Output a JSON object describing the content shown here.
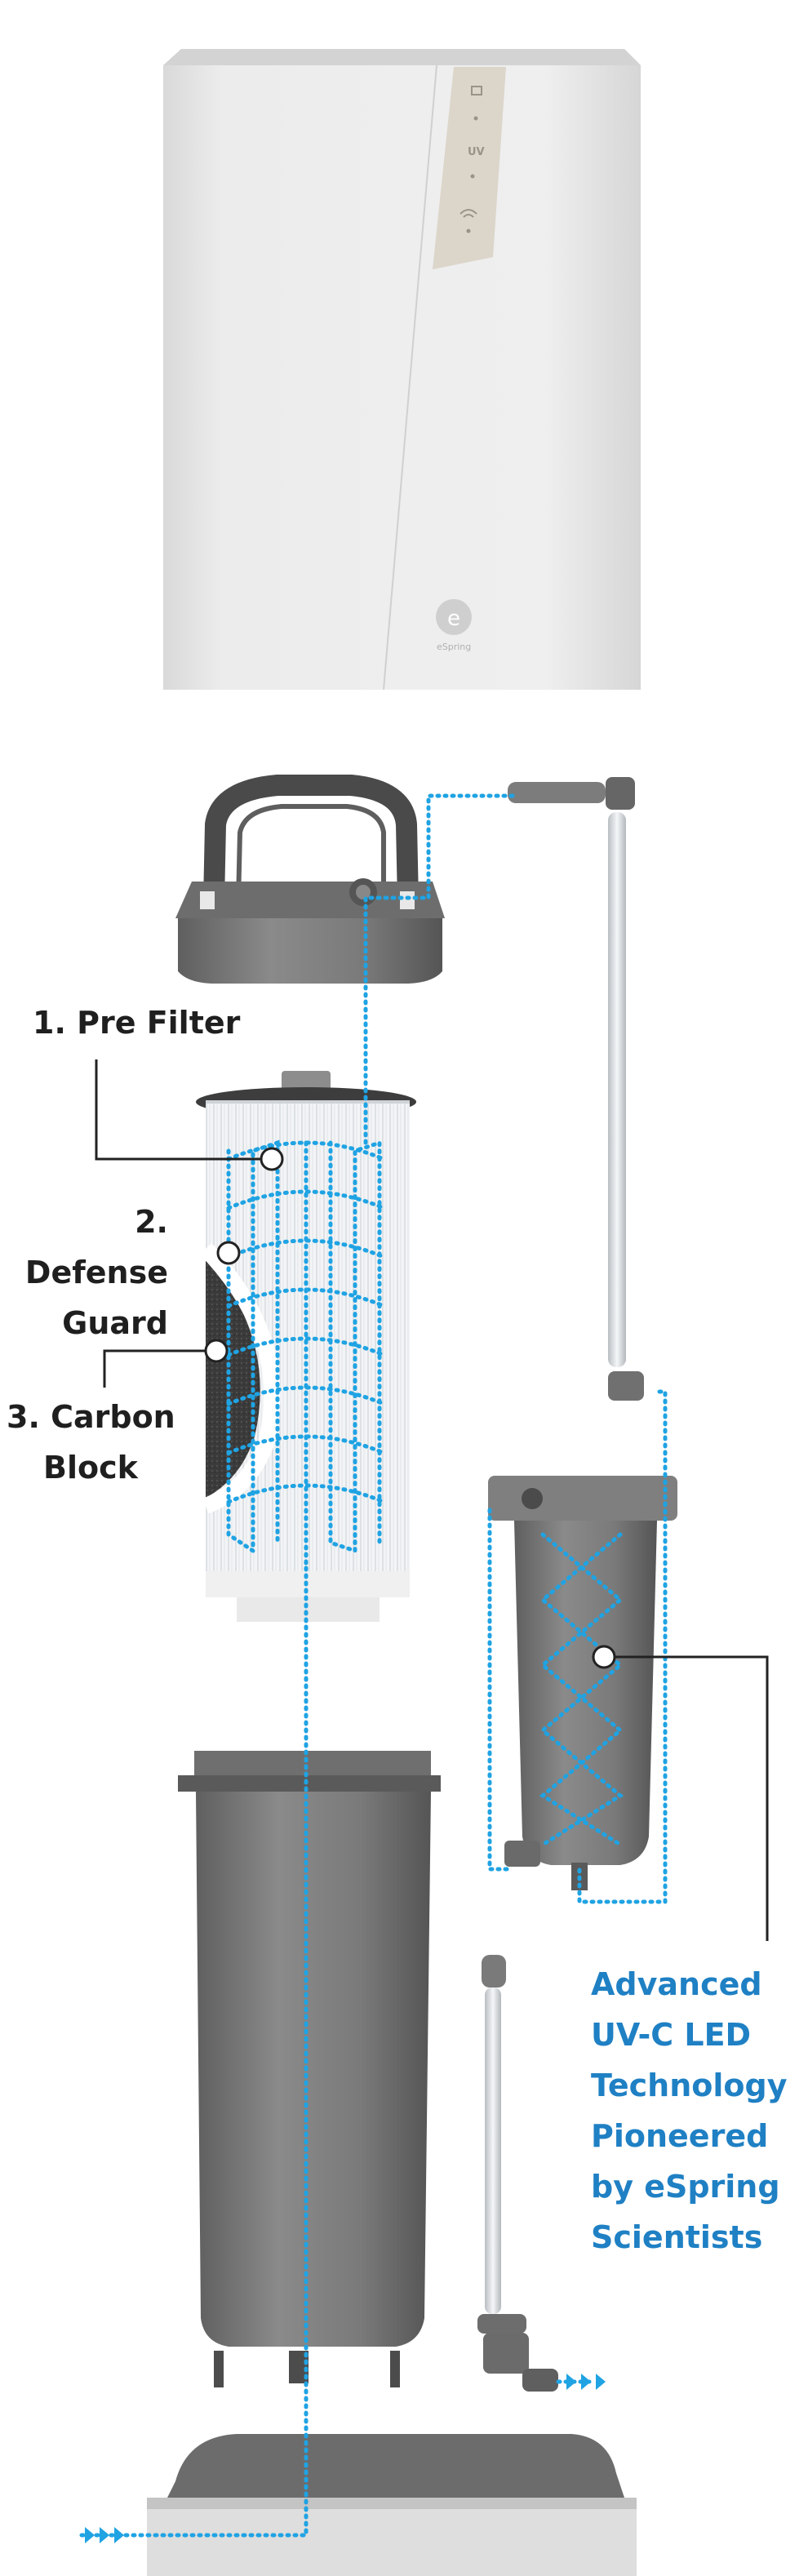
{
  "device": {
    "brand": "eSpring",
    "logo_letter": "e",
    "panel_icons": [
      "filter-status-icon",
      "dot-icon",
      "uv-icon",
      "dot-icon",
      "wifi-icon",
      "dot-icon"
    ],
    "panel_uv_text": "UV"
  },
  "labels": {
    "pre_filter": "1. Pre Filter",
    "defense_guard": [
      "2. Defense",
      "Guard"
    ],
    "carbon_block": [
      "3. Carbon",
      "Block"
    ],
    "uv_led": [
      "Advanced",
      "UV-C LED",
      "Technology",
      "Pioneered",
      "by eSpring",
      "Scientists"
    ]
  },
  "colors": {
    "flow": "#1fa3e3",
    "uv_text": "#1f80c4",
    "label_text": "#1f1f1f",
    "housing": "#7a7a7a",
    "device_body": "#e8e8e8"
  }
}
